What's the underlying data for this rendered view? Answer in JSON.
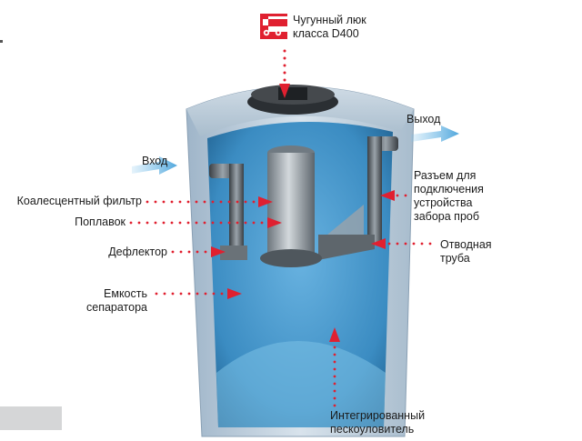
{
  "diagram": {
    "title_icon": "truck-load-icon",
    "accent_color": "#e02030",
    "water_color": "#3f8fc4",
    "wall_color": "#b7c9d8",
    "labels": {
      "manhole": [
        "Чугунный люк",
        "класса D400"
      ],
      "inlet": "Вход",
      "outlet": "Выход",
      "coalescent_filter": "Коалесцентный фильтр",
      "float": "Поплавок",
      "deflector": "Дефлектор",
      "separator_tank": [
        "Емкость",
        "сепаратора"
      ],
      "sampling_connector": [
        "Разъем для",
        "подключения",
        "устройства",
        "забора проб"
      ],
      "outlet_pipe": [
        "Отводная",
        "труба"
      ],
      "sand_trap": [
        "Интегрированный",
        "пескоуловитель"
      ]
    }
  }
}
